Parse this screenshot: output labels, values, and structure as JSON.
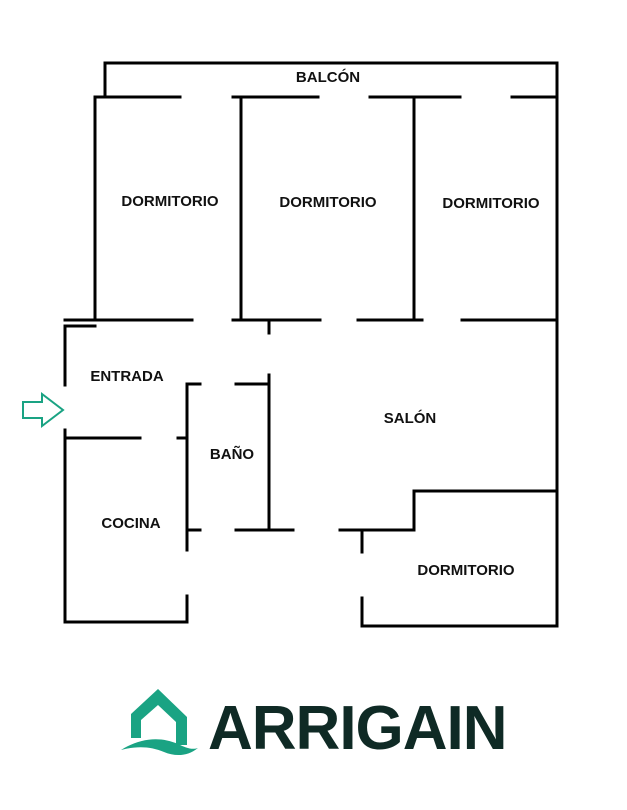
{
  "floor_plan": {
    "rooms": {
      "balcon": "BALCÓN",
      "dormitorio_1": "DORMITORIO",
      "dormitorio_2": "DORMITORIO",
      "dormitorio_3": "DORMITORIO",
      "entrada": "ENTRADA",
      "salon": "SALÓN",
      "bano": "BAÑO",
      "cocina": "COCINA",
      "dormitorio_4": "DORMITORIO"
    },
    "entrance_arrow_icon": "arrow-right-outline-icon"
  },
  "brand": {
    "name": "ARRIGAIN",
    "logo_icon": "house-wave-icon",
    "colors": {
      "text": "#0f2a25",
      "accent": "#1aa383",
      "walls": "#000000"
    }
  }
}
